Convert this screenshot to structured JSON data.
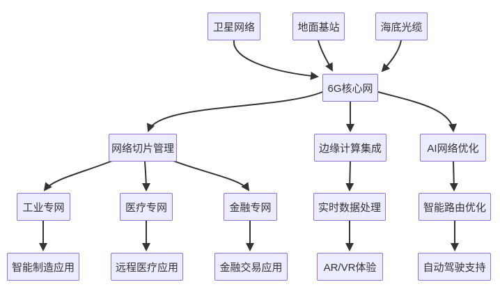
{
  "diagram": {
    "type": "flowchart",
    "direction": "top-down",
    "nodes": {
      "satellite": {
        "label": "卫星网络"
      },
      "ground_station": {
        "label": "地面基站"
      },
      "submarine_cable": {
        "label": "海底光缆"
      },
      "core": {
        "label": "6G核心网"
      },
      "slicing": {
        "label": "网络切片管理"
      },
      "edge_computing": {
        "label": "边缘计算集成"
      },
      "ai_optimization": {
        "label": "AI网络优化"
      },
      "industrial": {
        "label": "工业专网"
      },
      "medical": {
        "label": "医疗专网"
      },
      "financial": {
        "label": "金融专网"
      },
      "realtime": {
        "label": "实时数据处理"
      },
      "routing": {
        "label": "智能路由优化"
      },
      "manufacturing": {
        "label": "智能制造应用"
      },
      "telemedicine": {
        "label": "远程医疗应用"
      },
      "trading": {
        "label": "金融交易应用"
      },
      "arvr": {
        "label": "AR/VR体验"
      },
      "driving": {
        "label": "自动驾驶支持"
      }
    },
    "edges": [
      {
        "from": "satellite",
        "to": "core"
      },
      {
        "from": "ground_station",
        "to": "core"
      },
      {
        "from": "submarine_cable",
        "to": "core"
      },
      {
        "from": "core",
        "to": "slicing"
      },
      {
        "from": "core",
        "to": "edge_computing"
      },
      {
        "from": "core",
        "to": "ai_optimization"
      },
      {
        "from": "slicing",
        "to": "industrial"
      },
      {
        "from": "slicing",
        "to": "medical"
      },
      {
        "from": "slicing",
        "to": "financial"
      },
      {
        "from": "industrial",
        "to": "manufacturing"
      },
      {
        "from": "medical",
        "to": "telemedicine"
      },
      {
        "from": "financial",
        "to": "trading"
      },
      {
        "from": "edge_computing",
        "to": "realtime"
      },
      {
        "from": "realtime",
        "to": "arvr"
      },
      {
        "from": "ai_optimization",
        "to": "routing"
      },
      {
        "from": "routing",
        "to": "driving"
      }
    ],
    "colors": {
      "background": "#FFFFFF",
      "node_fill": "#ECECFF",
      "node_border": "#9370DB",
      "edge": "#333333",
      "text": "#333333"
    }
  }
}
